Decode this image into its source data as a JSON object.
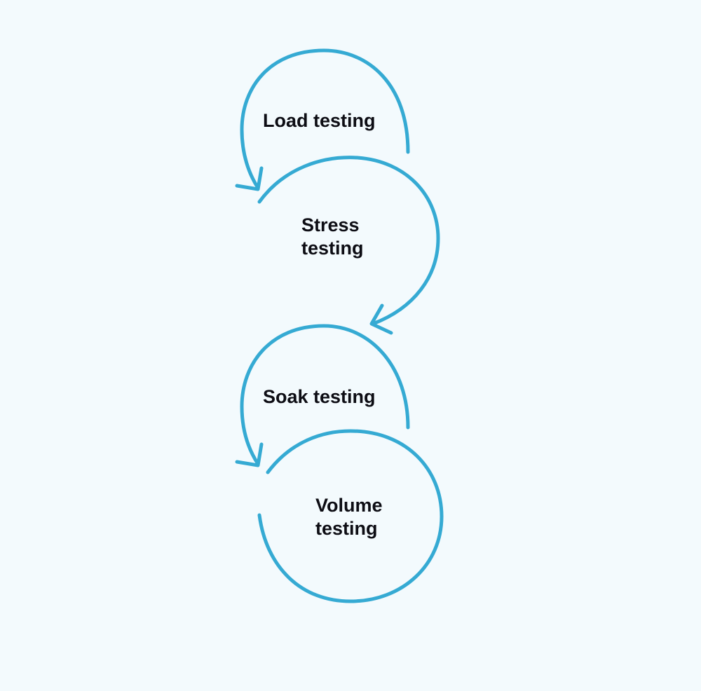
{
  "diagram": {
    "accent_color": "#35aad3",
    "background_color": "#f3fafd",
    "steps": [
      {
        "lines": [
          "Load testing"
        ]
      },
      {
        "lines": [
          "Stress",
          "testing"
        ]
      },
      {
        "lines": [
          "Soak testing"
        ]
      },
      {
        "lines": [
          "Volume",
          "testing"
        ]
      }
    ]
  }
}
